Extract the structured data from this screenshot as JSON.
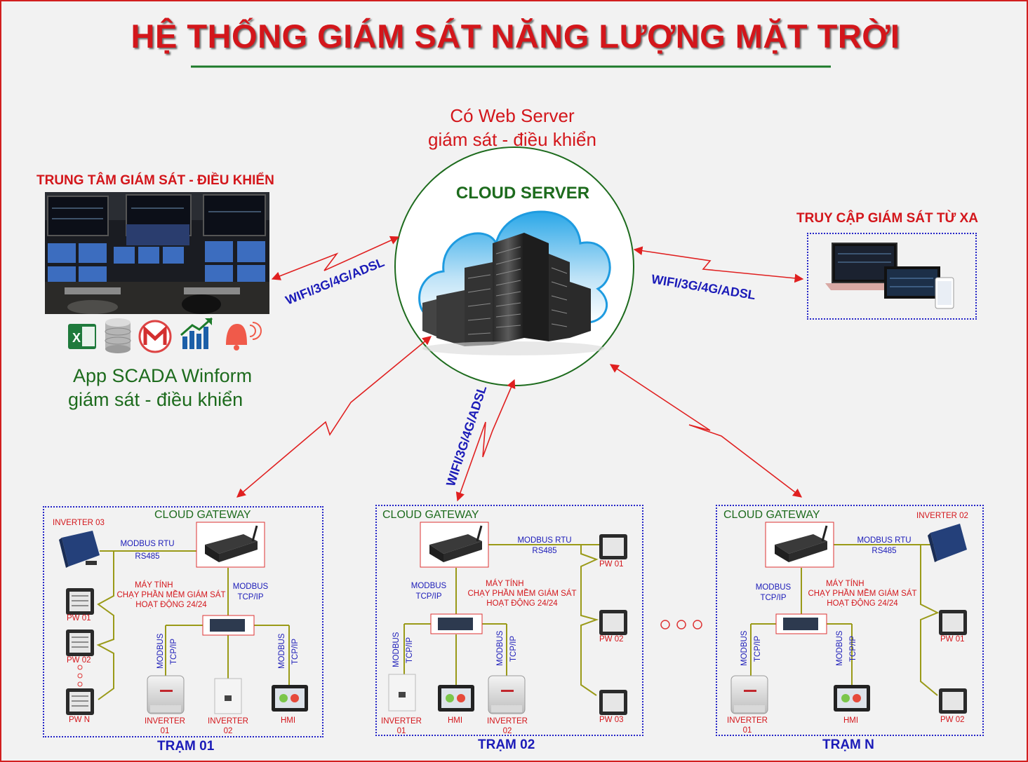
{
  "title": "HỆ THỐNG GIÁM SÁT NĂNG LƯỢNG MẶT TRỜI",
  "web_server": {
    "line1": "Có Web Server",
    "line2": "giám sát - điều khiển"
  },
  "cloud_server": "CLOUD SERVER",
  "control_center": {
    "heading": "TRUNG TÂM GIÁM SÁT - ĐIỀU KHIỂN",
    "app_line1": "App  SCADA Winform",
    "app_line2": "giám sát - điều khiển",
    "icons": [
      "excel-icon",
      "database-icon",
      "gmail-icon",
      "chart-icon",
      "alarm-bell-icon"
    ]
  },
  "remote_access": {
    "heading": "TRUY CẬP GIÁM SÁT TỪ XA"
  },
  "link_label": "WIFI/3G/4G/ADSL",
  "station_1": {
    "gateway": "CLOUD GATEWAY",
    "inverter_03": "INVERTER 03",
    "modbus_rtu": "MODBUS RTU",
    "rs485": "RS485",
    "pc_l1": "MÁY TÍNH",
    "pc_l2": "CHẠY PHẦN MỀM GIÁM SÁT",
    "pc_l3": "HOẠT ĐỘNG 24/24",
    "modbus": "MODBUS",
    "tcpip": "TCP/IP",
    "pw01": "PW 01",
    "pw02": "PW 02",
    "pwn": "PW N",
    "inv01_l1": "INVERTER",
    "inv01_l2": "01",
    "inv02_l1": "INVERTER",
    "inv02_l2": "02",
    "hmi": "HMI",
    "name": "TRẠM 01"
  },
  "station_2": {
    "gateway": "CLOUD GATEWAY",
    "modbus_rtu": "MODBUS RTU",
    "rs485": "RS485",
    "modbus": "MODBUS",
    "tcpip": "TCP/IP",
    "pc_l1": "MÁY TÍNH",
    "pc_l2": "CHẠY PHẦN MỀM GIÁM SÁT",
    "pc_l3": "HOẠT ĐỘNG 24/24",
    "pw01": "PW 01",
    "pw02": "PW 02",
    "pw03": "PW 03",
    "inv01_l1": "INVERTER",
    "inv01_l2": "01",
    "inv02_l1": "INVERTER",
    "inv02_l2": "02",
    "hmi": "HMI",
    "name": "TRẠM 02"
  },
  "station_n": {
    "gateway": "CLOUD GATEWAY",
    "inverter_02": "INVERTER 02",
    "modbus_rtu": "MODBUS RTU",
    "rs485": "RS485",
    "modbus": "MODBUS",
    "tcpip": "TCP/IP",
    "pc_l1": "MÁY TÍNH",
    "pc_l2": "CHẠY PHẦN MỀM GIÁM SÁT",
    "pc_l3": "HOẠT ĐỘNG 24/24",
    "pw01": "PW 01",
    "pw02": "PW 02",
    "inv01_l1": "INVERTER",
    "inv01_l2": "01",
    "hmi": "HMI",
    "name": "TRẠM N"
  },
  "colors": {
    "title": "#d3161b",
    "link": "#1b1bb8",
    "gateway": "#1d6b1d",
    "wire": "#9a9a18",
    "arrow": "#e02020"
  }
}
